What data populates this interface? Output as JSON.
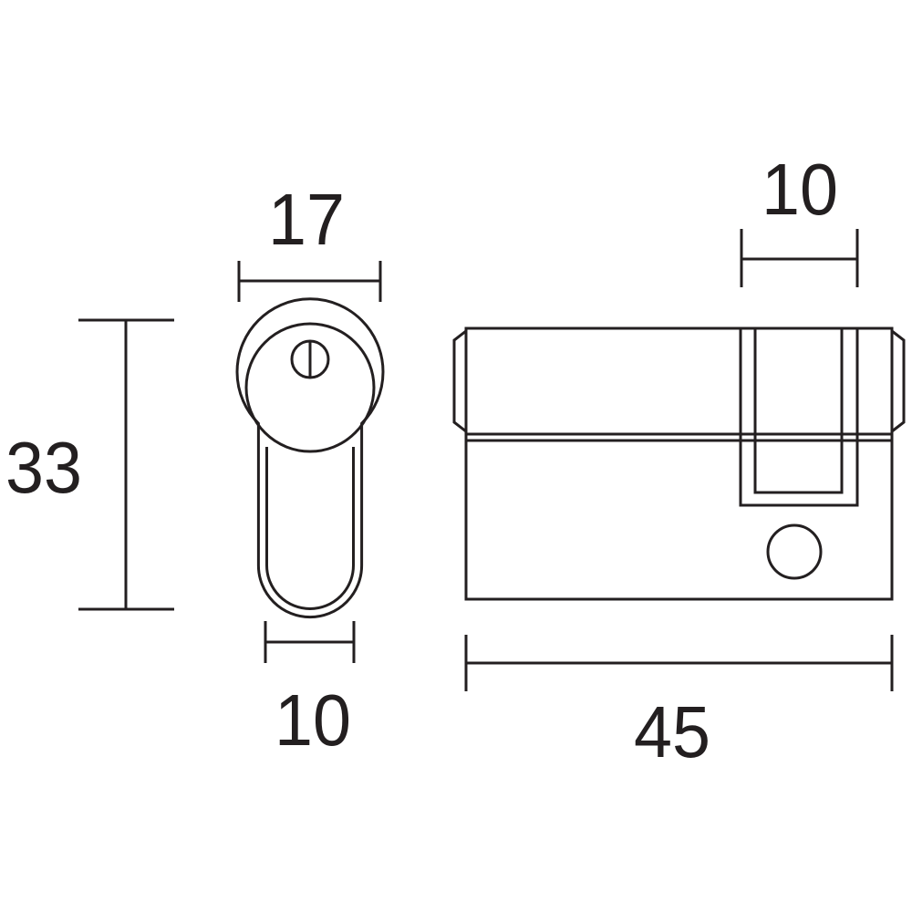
{
  "dimensions": {
    "height": "33",
    "front_width": "17",
    "front_bottom_width": "10",
    "side_top_width": "10",
    "side_length": "45"
  },
  "colors": {
    "stroke": "#231f20",
    "background": "#ffffff"
  }
}
